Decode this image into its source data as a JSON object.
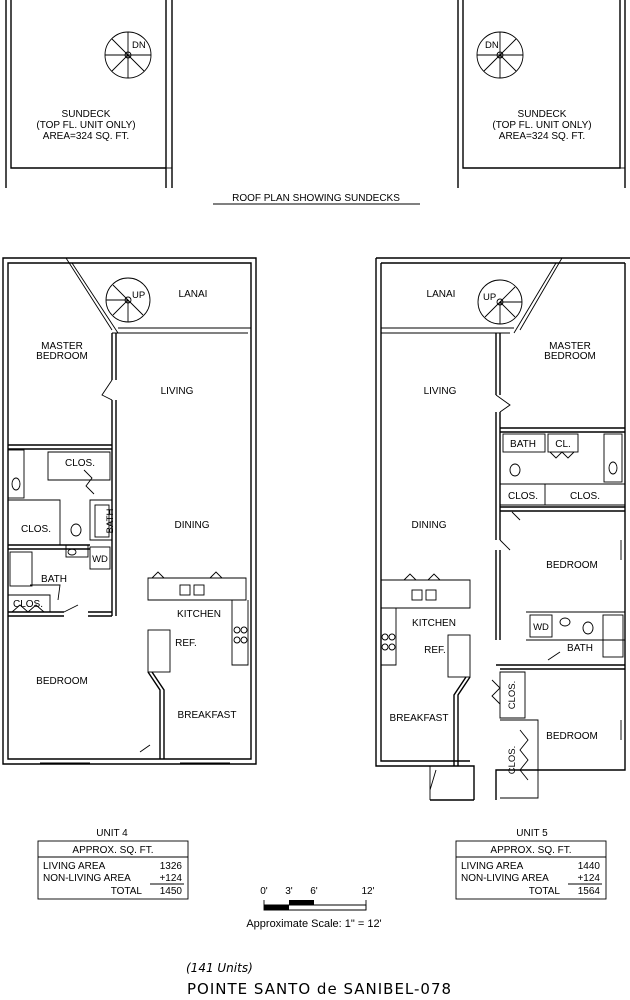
{
  "roof": {
    "caption": "ROOF PLAN SHOWING SUNDECKS",
    "left_deck": {
      "stair": "DN",
      "line1": "SUNDECK",
      "line2": "(TOP FL. UNIT ONLY)",
      "line3": "AREA=324 SQ. FT."
    },
    "right_deck": {
      "stair": "DN",
      "line1": "SUNDECK",
      "line2": "(TOP FL. UNIT ONLY)",
      "line3": "AREA=324 SQ. FT."
    }
  },
  "unit4": {
    "stair": "UP",
    "rooms": {
      "lanai": "LANAI",
      "master1": "MASTER",
      "master2": "BEDROOM",
      "living": "LIVING",
      "clos1": "CLOS.",
      "clos2": "CLOS.",
      "clos3": "CLOS.",
      "bath_v": "BATH",
      "bath": "BATH",
      "wd": "WD",
      "dining": "DINING",
      "kitchen": "KITCHEN",
      "ref": "REF.",
      "bedroom": "BEDROOM",
      "breakfast": "BREAKFAST"
    },
    "table": {
      "unit_label": "UNIT 4",
      "header": "APPROX. SQ. FT.",
      "living_label": "LIVING AREA",
      "living_value": "1326",
      "non_living_label": "NON-LIVING AREA",
      "non_living_value": "+124",
      "total_label": "TOTAL",
      "total_value": "1450"
    }
  },
  "unit5": {
    "stair": "UP",
    "rooms": {
      "lanai": "LANAI",
      "master1": "MASTER",
      "master2": "BEDROOM",
      "living": "LIVING",
      "bath1": "BATH",
      "cl": "CL.",
      "clos1": "CLOS.",
      "clos2": "CLOS.",
      "dining": "DINING",
      "bedroom1": "BEDROOM",
      "kitchen": "KITCHEN",
      "ref": "REF.",
      "wd": "WD",
      "bath2": "BATH",
      "clos3": "CLOS.",
      "breakfast": "BREAKFAST",
      "bedroom2": "BEDROOM",
      "clos4": "CLOS."
    },
    "table": {
      "unit_label": "UNIT 5",
      "header": "APPROX. SQ. FT.",
      "living_label": "LIVING AREA",
      "living_value": "1440",
      "non_living_label": "NON-LIVING AREA",
      "non_living_value": "+124",
      "total_label": "TOTAL",
      "total_value": "1564"
    }
  },
  "scale": {
    "tick0": "0'",
    "tick3": "3'",
    "tick6": "6'",
    "tick12": "12'",
    "caption": "Approximate Scale:  1\"  =  12'"
  },
  "footer": {
    "units": "(141 Units)",
    "title": "POINTE SANTO de SANIBEL-078"
  }
}
